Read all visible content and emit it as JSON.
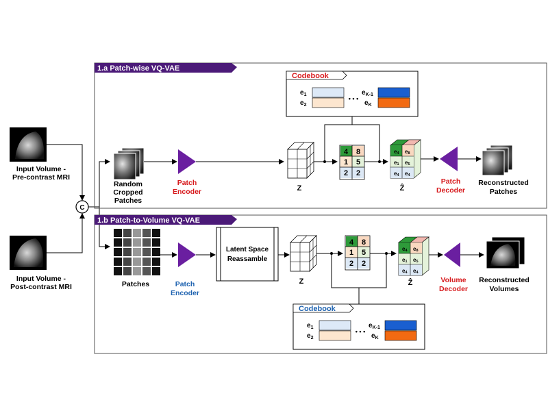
{
  "colors": {
    "panel_tab": "#4b1a78",
    "encoder_triangle": "#6a1fa0",
    "red_text": "#d7191c",
    "blue_text": "#1f63b0",
    "codebook_blue": "#1a5fd0",
    "codebook_orange": "#f26a12",
    "codebook_lightblue": "#dde9f7",
    "codebook_peach": "#fde6cf",
    "grid_green": "#2e9a3a",
    "grid_peach": "#f9d8c0",
    "grid_lightgreen": "#e4f2da",
    "grid_lightblue": "#dce8f5"
  },
  "inputs": {
    "pre_label_1": "Input Volume -",
    "pre_label_2": "Pre-contrast MRI",
    "post_label_1": "Input Volume -",
    "post_label_2": "Post-contrast MRI",
    "concat_symbol": "C"
  },
  "panel_a": {
    "title": "1.a Patch-wise VQ-VAE",
    "input_label_1": "Random",
    "input_label_2": "Cropped",
    "input_label_3": "Patches",
    "encoder_1": "Patch",
    "encoder_2": "Encoder",
    "z_label": "Z",
    "zq_label": "Ẑ",
    "decoder_1": "Patch",
    "decoder_2": "Decoder",
    "output_1": "Reconstructed",
    "output_2": "Patches",
    "codebook": {
      "title": "Codebook",
      "e1": "e",
      "e1_sub": "1",
      "e2": "e",
      "e2_sub": "2",
      "ek1": "e",
      "ek1_sub": "K-1",
      "ek": "e",
      "ek_sub": "K",
      "dots": "• • •"
    },
    "indices": [
      "4",
      "8",
      "1",
      "5",
      "2",
      "2"
    ],
    "zq_front": [
      "e₄",
      "e₈",
      "e₁",
      "e₅",
      "e₄",
      "e₄"
    ],
    "zq_front_sub": [
      "4",
      "8",
      "1",
      "5",
      "4",
      "4"
    ]
  },
  "panel_b": {
    "title": "1.b Patch-to-Volume VQ-VAE",
    "input_label": "Patches",
    "encoder_1": "Patch",
    "encoder_2": "Encoder",
    "reassemble_1": "Latent Space",
    "reassemble_2": "Reassamble",
    "z_label": "Z",
    "zq_label": "Ẑ",
    "decoder_1": "Volume",
    "decoder_2": "Decoder",
    "output_1": "Reconstructed",
    "output_2": "Volumes",
    "codebook": {
      "title": "Codebook",
      "e1": "e",
      "e1_sub": "1",
      "e2": "e",
      "e2_sub": "2",
      "ek1": "e",
      "ek1_sub": "K-1",
      "ek": "e",
      "ek_sub": "K",
      "dots": "• • •"
    },
    "indices": [
      "4",
      "8",
      "1",
      "5",
      "2",
      "2"
    ],
    "zq_front_sub": [
      "4",
      "8",
      "1",
      "5",
      "4",
      "4"
    ]
  }
}
